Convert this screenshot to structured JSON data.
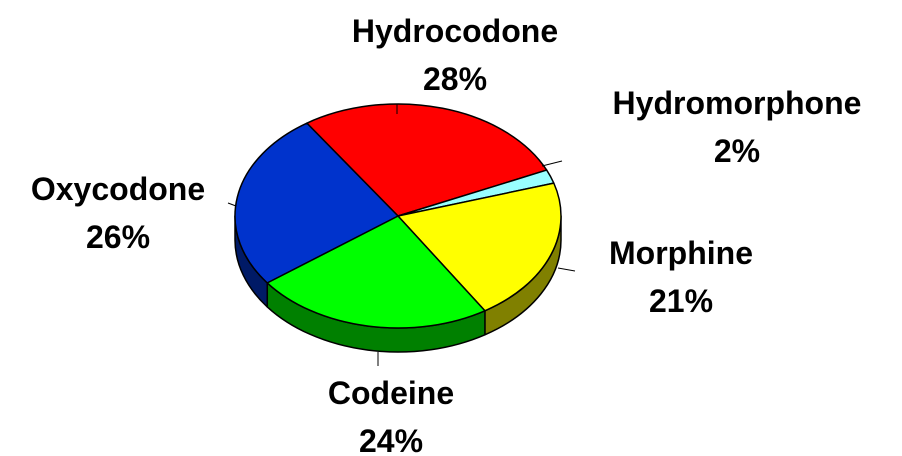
{
  "chart_data": {
    "type": "pie",
    "style": "3d",
    "title": "",
    "slices": [
      {
        "label": "Hydrocodone",
        "value": 28,
        "value_label": "28%",
        "color": "#ff0000",
        "side_color": "#a00000"
      },
      {
        "label": "Hydromorphone",
        "value": 2,
        "value_label": "2%",
        "color": "#99ffff",
        "side_color": "#4fb0b0"
      },
      {
        "label": "Morphine",
        "value": 21,
        "value_label": "21%",
        "color": "#ffff00",
        "side_color": "#808000"
      },
      {
        "label": "Codeine",
        "value": 24,
        "value_label": "24%",
        "color": "#00ff00",
        "side_color": "#008000"
      },
      {
        "label": "Oxycodone",
        "value": 26,
        "value_label": "26%",
        "color": "#0033cc",
        "side_color": "#001a66"
      }
    ],
    "legend": "none",
    "labels": "outside-with-leader-lines"
  }
}
